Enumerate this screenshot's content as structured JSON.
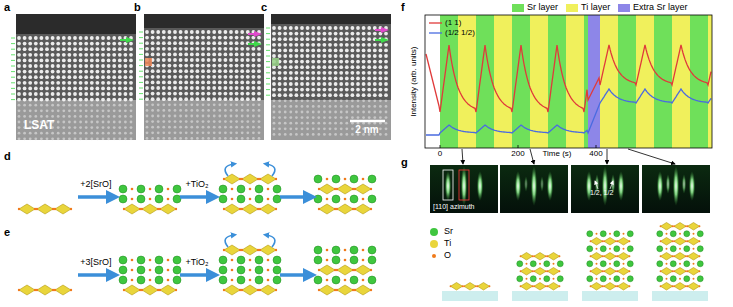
{
  "diagram": {
    "labels": [
      "a",
      "b",
      "c",
      "d",
      "e",
      "f",
      "g",
      "LSAT",
      "2 nm",
      "+2[SrO]",
      "+TiO₂",
      "+3[SrO]",
      "+TiO₂",
      "Intensity (arb. units)",
      "Time (s)",
      "0",
      "200",
      "400",
      "[110] azimuth",
      "1/2, 1/2"
    ],
    "legend": [
      {
        "text": "Sr layer",
        "color": "#6fe05a"
      },
      {
        "text": "Ti layer",
        "color": "#f0f05c"
      },
      {
        "text": "Extra Sr layer",
        "color": "#8d86e8"
      },
      {
        "text": "(1 1)"
      },
      {
        "text": "(1/2 1/2)"
      },
      {
        "text": "Sr",
        "color": "#3fc63f"
      },
      {
        "text": "Ti",
        "color": "#e9d53b"
      },
      {
        "text": "O",
        "color": "#f07a1a"
      }
    ]
  }
}
